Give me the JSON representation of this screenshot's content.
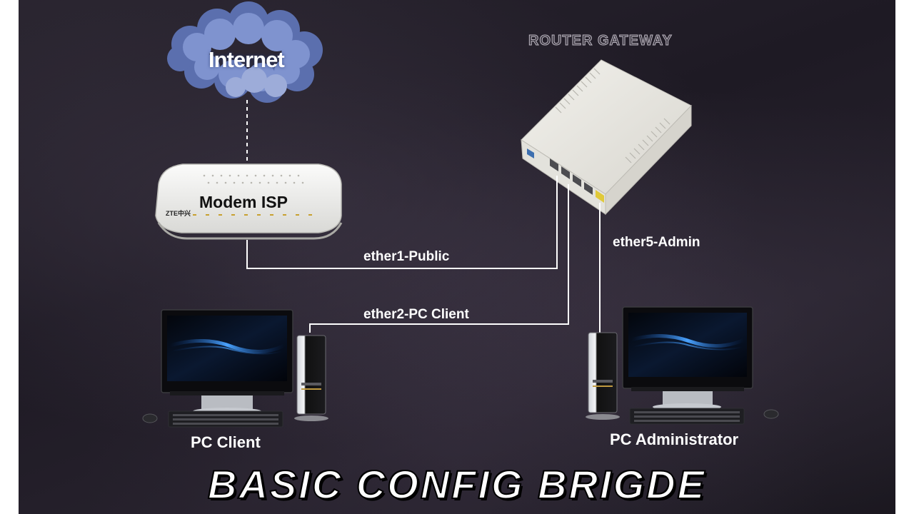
{
  "cloud": {
    "label": "Internet"
  },
  "router": {
    "title": "ROUTER GATEWAY"
  },
  "modem": {
    "label": "Modem ISP",
    "brand": "ZTE中兴"
  },
  "connections": {
    "ether1": "ether1-Public",
    "ether2": "ether2-PC Client",
    "ether5": "ether5-Admin"
  },
  "devices": {
    "pc_client": "PC Client",
    "pc_admin": "PC Administrator"
  },
  "title": "BASIC CONFIG BRIGDE",
  "colors": {
    "background": "#231f28",
    "cloud": "#6d82c2",
    "line": "#ffffff",
    "port_yellow": "#e0c93a",
    "monitor_glow": "#2a7fd8"
  }
}
